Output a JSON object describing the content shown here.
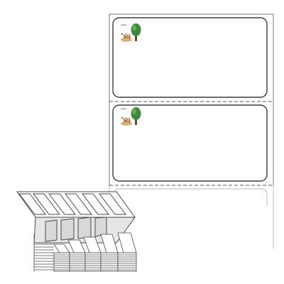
{
  "product": {
    "label_count_visible": 2,
    "label_shape": "rounded-rectangle",
    "perforation": "dashed",
    "format": "fanfold",
    "print_motif": "tree-and-picnic-illustration"
  },
  "colors": {
    "background": "#ffffff",
    "liner_edge": "#7a7a7a",
    "label_edge": "#3c3c3c",
    "perforation": "#5a5a5a",
    "stack_edge": "#4a4a4a",
    "stack_fill": "#d8d8d8",
    "tree_green": "#3e8a3a",
    "trunk_brown": "#6b4a2b",
    "picnic_tan": "#d9b27a"
  }
}
